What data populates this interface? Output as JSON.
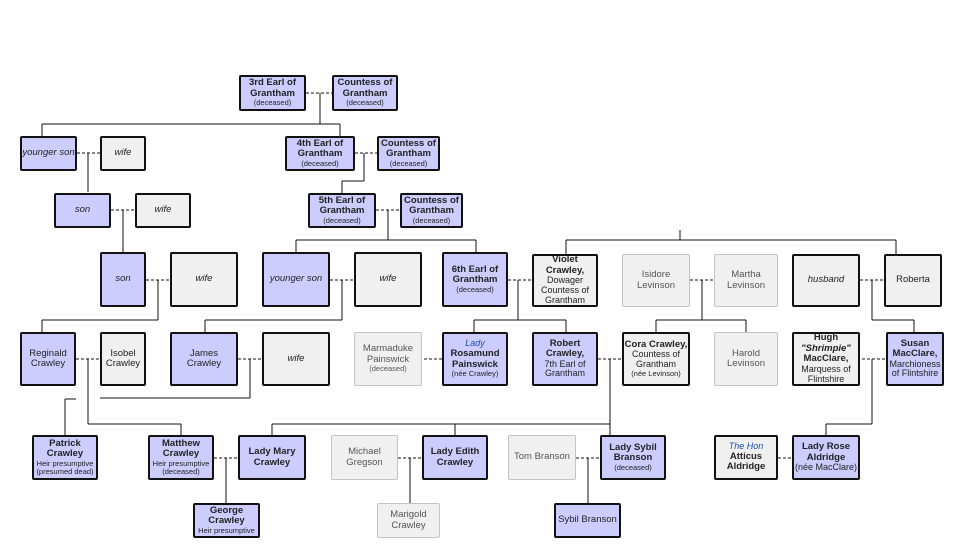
{
  "people": {
    "earl3": {
      "name": "3rd Earl of Grantham",
      "note": "(deceased)"
    },
    "countess3": {
      "name": "Countess of Grantham",
      "note": "(deceased)"
    },
    "younger_son_a": {
      "name": "younger son"
    },
    "wife_a": {
      "name": "wife"
    },
    "earl4": {
      "name": "4th Earl of Grantham",
      "note": "(deceased)"
    },
    "countess4": {
      "name": "Countess of Grantham",
      "note": "(deceased)"
    },
    "son_b": {
      "name": "son"
    },
    "wife_b": {
      "name": "wife"
    },
    "earl5": {
      "name": "5th Earl of Grantham",
      "note": "(deceased)"
    },
    "countess5": {
      "name": "Countess of Grantham",
      "note": "(deceased)"
    },
    "son_c": {
      "name": "son"
    },
    "wife_c": {
      "name": "wife"
    },
    "younger_son_d": {
      "name": "younger son"
    },
    "wife_d": {
      "name": "wife"
    },
    "earl6": {
      "name": "6th Earl of Grantham",
      "note": "(deceased)"
    },
    "violet": {
      "name": "Violet Crawley,",
      "title": "Dowager Countess of Grantham"
    },
    "isidore": {
      "name": "Isidore Levinson"
    },
    "martha": {
      "name": "Martha Levinson"
    },
    "husband_r": {
      "name": "husband"
    },
    "roberta": {
      "name": "Roberta"
    },
    "reginald": {
      "name": "Reginald Crawley"
    },
    "isobel": {
      "name": "Isobel Crawley"
    },
    "james": {
      "name": "James Crawley"
    },
    "wife_e": {
      "name": "wife"
    },
    "marmaduke": {
      "name": "Marmaduke Painswick",
      "note": "(deceased)"
    },
    "rosamund": {
      "pre": "Lady",
      "name": "Rosamund Painswick",
      "note": "(née Crawley)"
    },
    "robert": {
      "name": "Robert Crawley,",
      "title": "7th Earl of Grantham"
    },
    "cora": {
      "name": "Cora Crawley,",
      "title": "Countess of Grantham",
      "note": "(née Levinson)"
    },
    "harold": {
      "name": "Harold Levinson"
    },
    "hugh": {
      "name1": "Hugh",
      "nick": "\"Shrimpie\"",
      "name2": "MacClare,",
      "title": "Marquess of Flintshire"
    },
    "susan": {
      "name": "Susan MacClare,",
      "title": "Marchioness of Flintshire"
    },
    "patrick": {
      "name": "Patrick Crawley",
      "title": "Heir presumptive",
      "note": "(presumed dead)"
    },
    "matthew": {
      "name": "Matthew Crawley",
      "title": "Heir presumptive",
      "note": "(deceased)"
    },
    "mary": {
      "name": "Lady Mary Crawley"
    },
    "gregson": {
      "name": "Michael Gregson"
    },
    "edith": {
      "name": "Lady Edith Crawley"
    },
    "tom": {
      "name": "Tom Branson"
    },
    "sybil": {
      "name": "Lady Sybil Branson",
      "note": "(deceased)"
    },
    "atticus": {
      "pre": "The Hon",
      "name": "Atticus Aldridge"
    },
    "rose": {
      "name": "Lady Rose Aldridge",
      "note": "(née MacClare)"
    },
    "george": {
      "name": "George Crawley",
      "title": "Heir presumptive"
    },
    "marigold": {
      "name": "Marigold Crawley"
    },
    "sybbie": {
      "name": "Sybil Branson"
    }
  }
}
